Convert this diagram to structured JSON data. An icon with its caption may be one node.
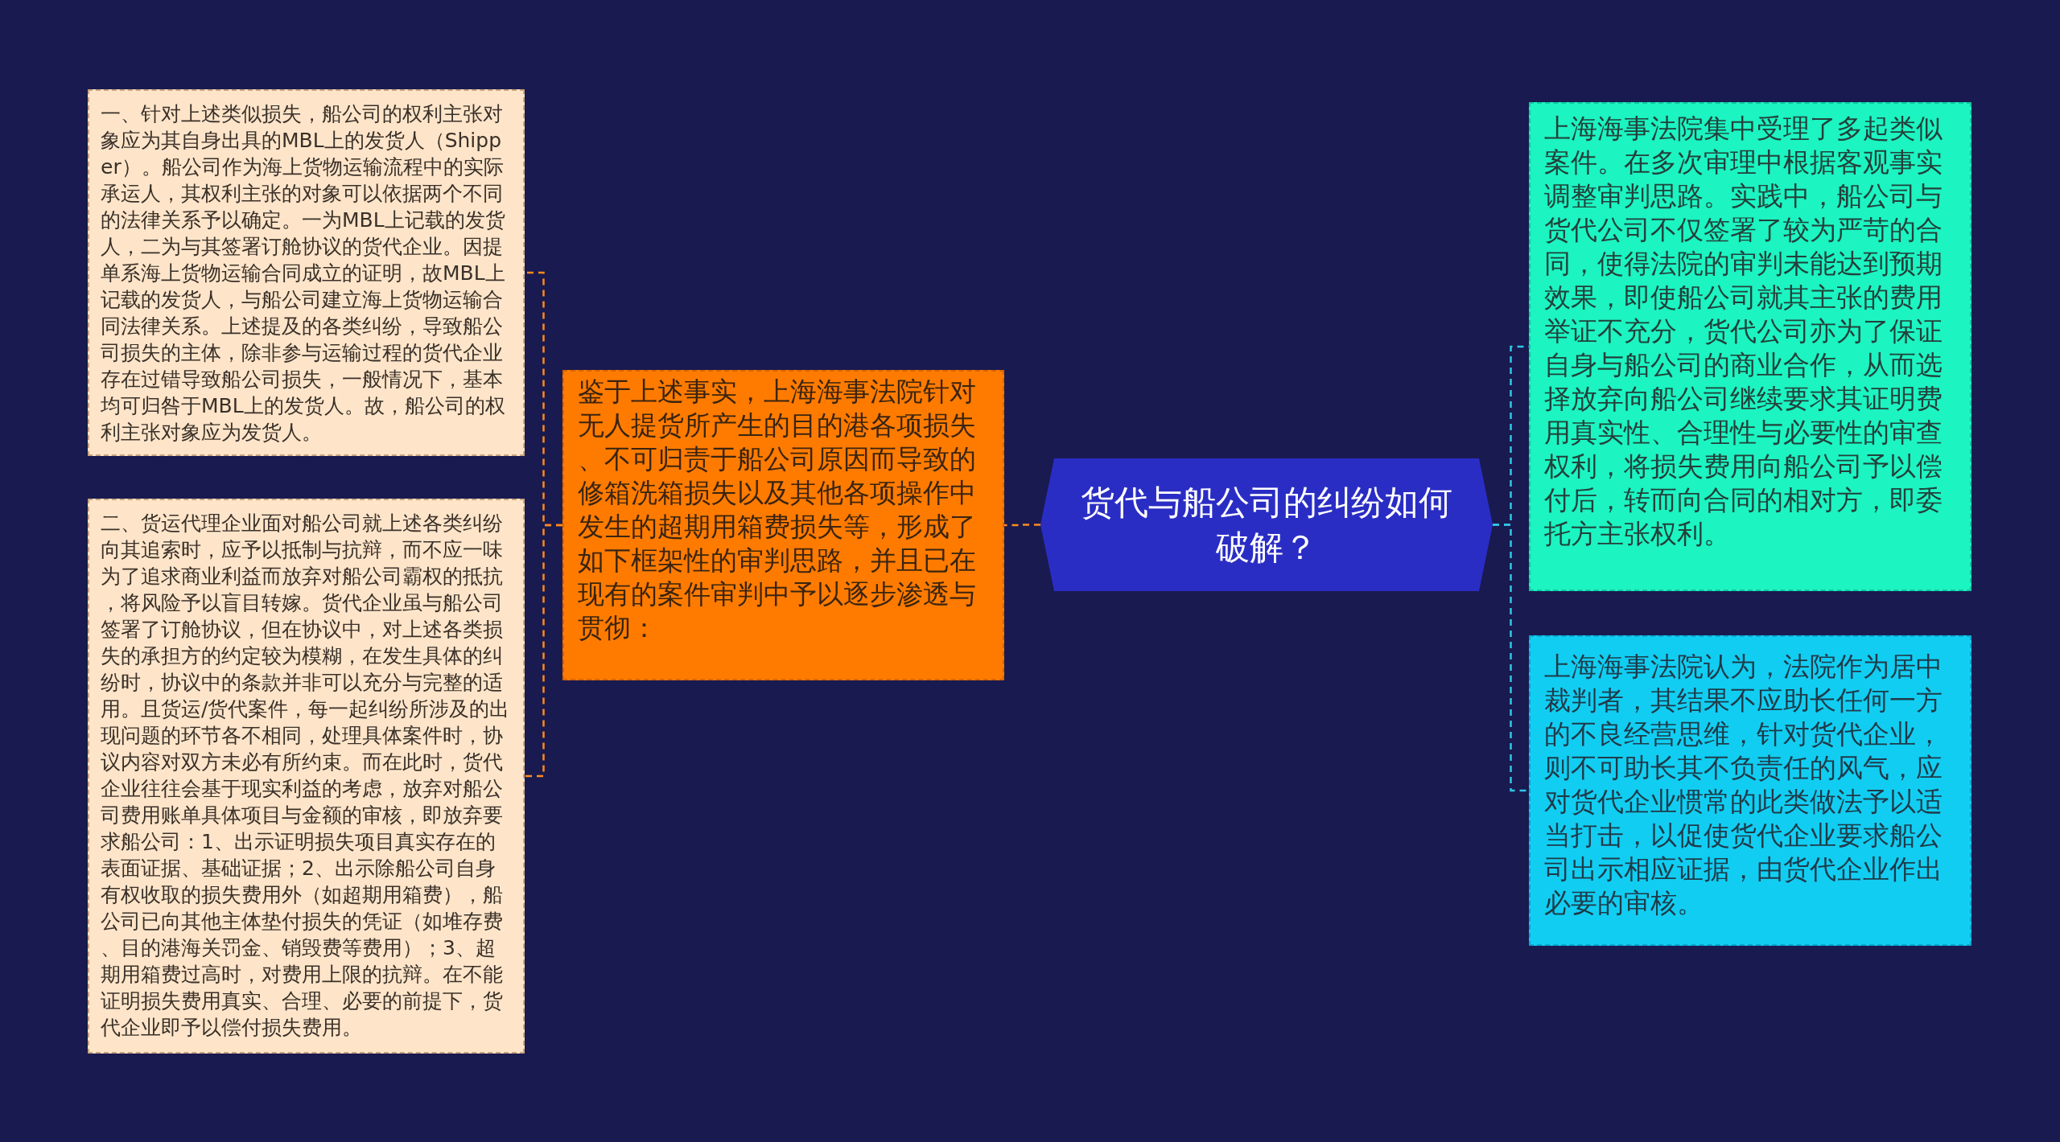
{
  "diagram": {
    "nodes": [
      {
        "text": [
          "一、针对上述类似损失，船公司的权利主张对象应为其自身出具的MBL上的发货人（Shipper）。船公司作为海上货物运输流程中的实际承运人，其权利主张的对象可以依据两个不同的法律关系予以确定。一为MBL上记载的发货人，二为与其签署订舱协议的货代企业。因提单系海上货物运输合同成立的证明，故MBL上记载的发货人，与船公司建立海上货物运输合同法律关系。上述提及的各类纠纷，导致船公司损失的主体，除非参与运输过程的货代企业存在过错导致船公司损失，一般情况下，基本均可归咎于MBL上的发货人。故，船公司的权利主张对象应为发货人。"
        ]
      },
      {
        "text": [
          "二、货运代理企业面对船公司就上述各类纠纷向其追索时，应予以抵制与抗辩，而不应一味为了追求商业利益而放弃对船公司霸权的抵抗，将风险予以盲目转嫁。货代企业虽与船公司签署了订舱协议，但在协议中，对上述各类损失的承担方的约定较为模糊，在发生具体的纠纷时，协议中的条款并非可以充分与完整的适用。且货运/货代案件，每一起纠纷所涉及的出现问题的环节各不相同，处理具体案件时，协议内容对双方未必有所约束。而在此时，货代企业往往会基于现实利益的考虑，放弃对船公司费用账单具体项目与金额的审核，即放弃要求船公司：1、出示证明损失项目真实存在的表面证据、基础证据；2、出示除船公司自身有权收取的损失费用外（如超期用箱费），船公司已向其他主体垫付损失的凭证（如堆存费、目的港海关罚金、销毁费等费用）；3、超期用箱费过高时，对费用上限的抗辩。在不能证明损失费用真实、合理、必要的前提下，货代企业即予以偿付损失费用。"
        ]
      },
      {
        "text": [
          "鉴于上述事实，上海海事法院针对无人提货所产生的目的港各项损失、不可归责于船公司原因而导致的修箱洗箱损失以及其他各项操作中发生的超期用箱费损失等，形成了如下框架性的审判思路，并且已在现有的案件审判中予以逐步渗透与贯彻："
        ]
      },
      {
        "text": [
          "货代与船公司的纠纷如何破解？"
        ]
      },
      {
        "text": [
          "上海海事法院集中受理了多起类似案件。在多次审理中根据客观事实调整审判思路。实践中，船公司与货代公司不仅签署了较为严苛的合同，使得法院的审判未能达到预期效果，即使船公司就其主张的费用举证不充分，货代公司亦为了保证自身与船公司的商业合作，从而选择放弃向船公司继续要求其证明费用真实性、合理性与必要性的审查权利，将损失费用向船公司予以偿付后，转而向合同的相对方，即委托方主张权利。"
        ]
      },
      {
        "text": [
          "上海海事法院认为，法院作为居中裁判者，其结果不应助长任何一方的不良经营思维，针对货代企业，则不可助长其不负责任的风气，应对货代企业惯常的此类做法予以适当打击，以促使货代企业要求船公司出示相应证据，由货代企业作出必要的审核。"
        ]
      }
    ],
    "edges": [
      {
        "from": 3,
        "to": 2,
        "arrow": "none",
        "style": "dashed",
        "color": "#ff8a1e"
      },
      {
        "from": 2,
        "to": 0,
        "arrow": "none",
        "style": "dashed",
        "color": "#ff8a1e"
      },
      {
        "from": 2,
        "to": 1,
        "arrow": "none",
        "style": "dashed",
        "color": "#ff8a1e"
      },
      {
        "from": 3,
        "to": 4,
        "arrow": "none",
        "style": "dashed",
        "color": "#2ec8e8"
      },
      {
        "from": 3,
        "to": 5,
        "arrow": "none",
        "style": "dashed",
        "color": "#2ec8e8"
      }
    ]
  }
}
